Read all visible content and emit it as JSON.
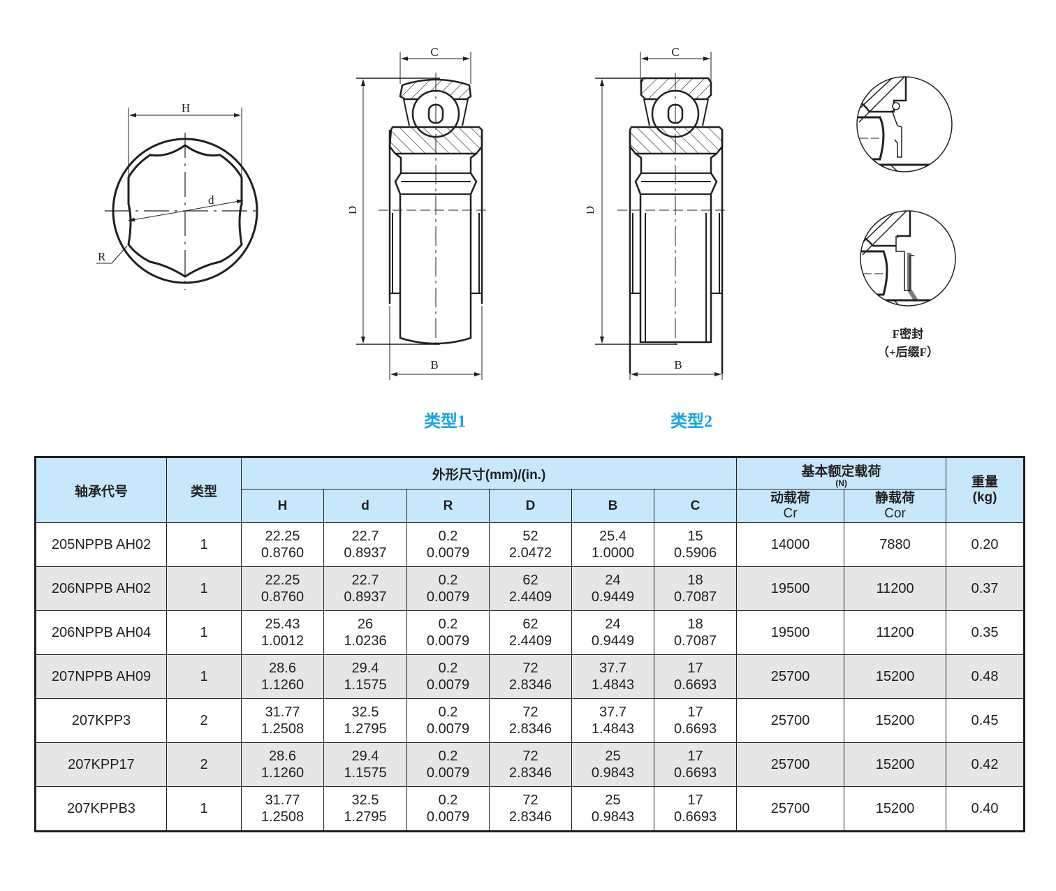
{
  "drawings": {
    "front_view": {
      "labels": {
        "H": "H",
        "d": "d",
        "R": "R"
      }
    },
    "type1": {
      "labels": {
        "C": "C",
        "D": "D",
        "B": "B"
      },
      "caption": "类型1"
    },
    "type2": {
      "labels": {
        "C": "C",
        "D": "D",
        "B": "B"
      },
      "caption": "类型2"
    },
    "seal_detail": {
      "caption_line1": "F密封",
      "caption_line2": "（+后缀F）"
    }
  },
  "colors": {
    "caption_blue": "#1aa3e0",
    "header_bg": "#c7e8fa",
    "alt_row_bg": "#e6e6e6",
    "line": "#231f20"
  },
  "table": {
    "headers": {
      "bearing_code": "轴承代号",
      "type": "类型",
      "dimensions": "外形尺寸(mm)/(in.)",
      "load_rating": "基本额定载荷",
      "load_unit": "(N)",
      "weight": "重量",
      "weight_unit": "(kg)",
      "H": "H",
      "d": "d",
      "R": "R",
      "D": "D",
      "B": "B",
      "C": "C",
      "dynamic": "动载荷",
      "dynamic_sym": "Cr",
      "static": "静载荷",
      "static_sym": "Cor"
    },
    "rows": [
      {
        "code": "205NPPB AH02",
        "type": "1",
        "H_mm": "22.25",
        "H_in": "0.8760",
        "d_mm": "22.7",
        "d_in": "0.8937",
        "R_mm": "0.2",
        "R_in": "0.0079",
        "D_mm": "52",
        "D_in": "2.0472",
        "B_mm": "25.4",
        "B_in": "1.0000",
        "C_mm": "15",
        "C_in": "0.5906",
        "Cr": "14000",
        "Cor": "7880",
        "weight": "0.20"
      },
      {
        "code": "206NPPB AH02",
        "type": "1",
        "H_mm": "22.25",
        "H_in": "0.8760",
        "d_mm": "22.7",
        "d_in": "0.8937",
        "R_mm": "0.2",
        "R_in": "0.0079",
        "D_mm": "62",
        "D_in": "2.4409",
        "B_mm": "24",
        "B_in": "0.9449",
        "C_mm": "18",
        "C_in": "0.7087",
        "Cr": "19500",
        "Cor": "11200",
        "weight": "0.37"
      },
      {
        "code": "206NPPB AH04",
        "type": "1",
        "H_mm": "25.43",
        "H_in": "1.0012",
        "d_mm": "26",
        "d_in": "1.0236",
        "R_mm": "0.2",
        "R_in": "0.0079",
        "D_mm": "62",
        "D_in": "2.4409",
        "B_mm": "24",
        "B_in": "0.9449",
        "C_mm": "18",
        "C_in": "0.7087",
        "Cr": "19500",
        "Cor": "11200",
        "weight": "0.35"
      },
      {
        "code": "207NPPB AH09",
        "type": "1",
        "H_mm": "28.6",
        "H_in": "1.1260",
        "d_mm": "29.4",
        "d_in": "1.1575",
        "R_mm": "0.2",
        "R_in": "0.0079",
        "D_mm": "72",
        "D_in": "2.8346",
        "B_mm": "37.7",
        "B_in": "1.4843",
        "C_mm": "17",
        "C_in": "0.6693",
        "Cr": "25700",
        "Cor": "15200",
        "weight": "0.48"
      },
      {
        "code": "207KPP3",
        "type": "2",
        "H_mm": "31.77",
        "H_in": "1.2508",
        "d_mm": "32.5",
        "d_in": "1.2795",
        "R_mm": "0.2",
        "R_in": "0.0079",
        "D_mm": "72",
        "D_in": "2.8346",
        "B_mm": "37.7",
        "B_in": "1.4843",
        "C_mm": "17",
        "C_in": "0.6693",
        "Cr": "25700",
        "Cor": "15200",
        "weight": "0.45"
      },
      {
        "code": "207KPP17",
        "type": "2",
        "H_mm": "28.6",
        "H_in": "1.1260",
        "d_mm": "29.4",
        "d_in": "1.1575",
        "R_mm": "0.2",
        "R_in": "0.0079",
        "D_mm": "72",
        "D_in": "2.8346",
        "B_mm": "25",
        "B_in": "0.9843",
        "C_mm": "17",
        "C_in": "0.6693",
        "Cr": "25700",
        "Cor": "15200",
        "weight": "0.42"
      },
      {
        "code": "207KPPB3",
        "type": "1",
        "H_mm": "31.77",
        "H_in": "1.2508",
        "d_mm": "32.5",
        "d_in": "1.2795",
        "R_mm": "0.2",
        "R_in": "0.0079",
        "D_mm": "72",
        "D_in": "2.8346",
        "B_mm": "25",
        "B_in": "0.9843",
        "C_mm": "17",
        "C_in": "0.6693",
        "Cr": "25700",
        "Cor": "15200",
        "weight": "0.40"
      }
    ]
  }
}
